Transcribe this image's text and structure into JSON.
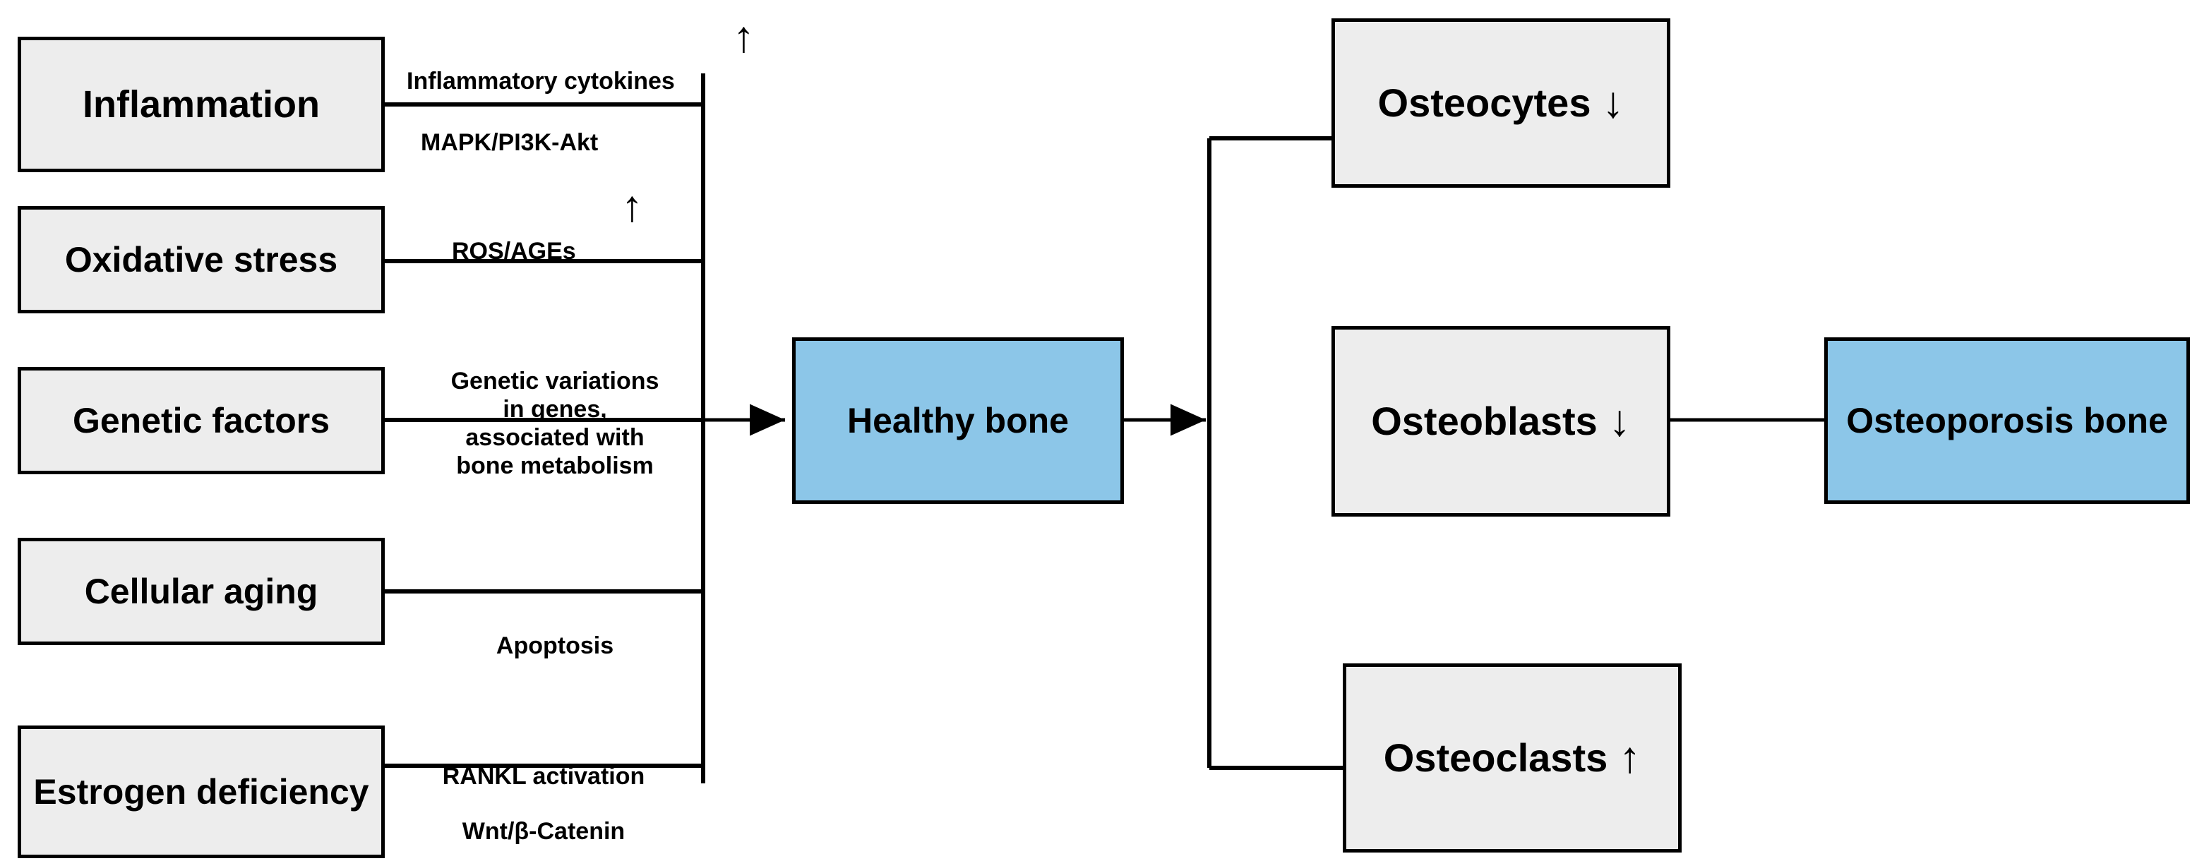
{
  "diagram": {
    "title": "Pathogenesis of osteoporosis flowchart",
    "colors": {
      "box_gray_fill": "#ededed",
      "box_blue_fill": "#8cc6e8",
      "stroke": "#000000",
      "text": "#000000"
    },
    "left_factors": [
      {
        "id": "inflammation",
        "label": "Inflammation"
      },
      {
        "id": "oxidative-stress",
        "label": "Oxidative stress"
      },
      {
        "id": "genetic-factors",
        "label": "Genetic factors"
      },
      {
        "id": "cellular-aging",
        "label": "Cellular aging"
      },
      {
        "id": "estrogen-deficiency",
        "label": "Estrogen\ndeficiency"
      }
    ],
    "mechanism_labels": [
      {
        "id": "inflammatory-cytokines",
        "text": "Inflammatory cytokines",
        "trend": "up"
      },
      {
        "id": "mapk-pi3k-akt",
        "text": "MAPK/PI3K-Akt",
        "trend": "none"
      },
      {
        "id": "ros-ages",
        "text": "ROS/AGEs",
        "trend": "up"
      },
      {
        "id": "genetic-variations",
        "text": "Genetic variations\nin  genes,\nassociated with\nbone metabolism",
        "trend": "none"
      },
      {
        "id": "apoptosis",
        "text": "Apoptosis",
        "trend": "none"
      },
      {
        "id": "rankl-activation",
        "text": "RANKL activation",
        "trend": "none"
      },
      {
        "id": "wnt-beta-catenin",
        "text": "Wnt/β-Catenin",
        "trend": "none"
      }
    ],
    "healthy_bone": {
      "id": "healthy-bone",
      "label": "Healthy bone"
    },
    "cell_outcomes": [
      {
        "id": "osteocytes",
        "label": "Osteocytes",
        "trend": "down",
        "arrow_glyph": "↓"
      },
      {
        "id": "osteoblasts",
        "label": "Osteoblasts",
        "trend": "down",
        "arrow_glyph": "↓"
      },
      {
        "id": "osteoclasts",
        "label": "Osteoclasts",
        "trend": "up",
        "arrow_glyph": "↑"
      }
    ],
    "outcome": {
      "id": "osteoporosis-bone",
      "label": "Osteoporosis\nbone"
    },
    "trend_glyphs": {
      "up": "↑",
      "down": "↓"
    }
  }
}
